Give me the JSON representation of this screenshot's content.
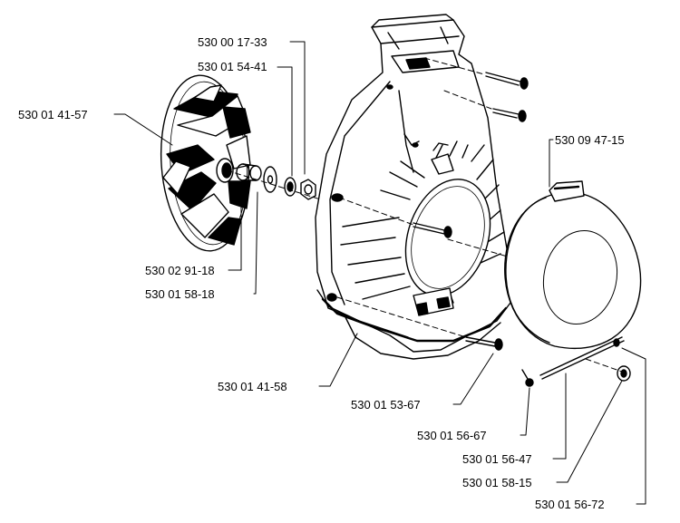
{
  "diagram": {
    "colors": {
      "line": "#000000",
      "background": "#ffffff"
    },
    "parts": [
      {
        "number": "530 00 17-33"
      },
      {
        "number": "530 01 54-41"
      },
      {
        "number": "530 01 41-57"
      },
      {
        "number": "530 09 47-15"
      },
      {
        "number": "530 02 91-18"
      },
      {
        "number": "530 01 58-18"
      },
      {
        "number": "530 01 41-58"
      },
      {
        "number": "530 01 53-67"
      },
      {
        "number": "530 01 56-67"
      },
      {
        "number": "530 01 56-47"
      },
      {
        "number": "530 01 58-15"
      },
      {
        "number": "530 01 56-72"
      }
    ]
  }
}
